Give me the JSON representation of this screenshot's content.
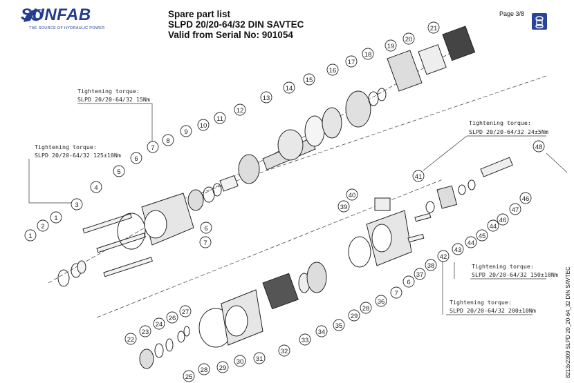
{
  "logo": {
    "word": "SUNFAB",
    "tagline": "THE SOURCE OF HYDRAULIC POWER"
  },
  "title": {
    "line1": "Spare part list",
    "line2": "SLPD 20/20-64/32 DIN SAVTEC",
    "line3": "Valid from Serial No: 901054"
  },
  "page": "Page 3/8",
  "side_code": "8213x2309 SLPD 20_20-64_32 DIN SAVTEC",
  "torque_notes": [
    {
      "heading": "Tightening torque:",
      "spec": "SLPD 20/20-64/32 15Nm"
    },
    {
      "heading": "Tightening torque:",
      "spec": "SLPD 20/20-64/32 125±10Nm"
    },
    {
      "heading": "Tightening torque:",
      "spec": "SLPD 20/20-64/32 24±5Nm"
    },
    {
      "heading": "Tightening torque:",
      "spec": "SLPD 20/20-64/32 150±10Nm"
    },
    {
      "heading": "Tightening torque:",
      "spec": "SLPD 20/20-64/32 200±10Nm"
    }
  ],
  "callouts": [
    "1",
    "2",
    "1",
    "3",
    "4",
    "5",
    "6",
    "7",
    "8",
    "9",
    "10",
    "11",
    "12",
    "13",
    "14",
    "15",
    "16",
    "17",
    "18",
    "19",
    "20",
    "21",
    "6",
    "7",
    "48",
    "41",
    "40",
    "39",
    "46",
    "47",
    "46",
    "44",
    "45",
    "44",
    "43",
    "42",
    "38",
    "37",
    "36",
    "6",
    "7",
    "28",
    "29",
    "35",
    "34",
    "33",
    "32",
    "31",
    "30",
    "29",
    "28",
    "25",
    "27",
    "26",
    "24",
    "23",
    "22"
  ],
  "colors": {
    "brand": "#233c8f",
    "ink": "#222222"
  }
}
